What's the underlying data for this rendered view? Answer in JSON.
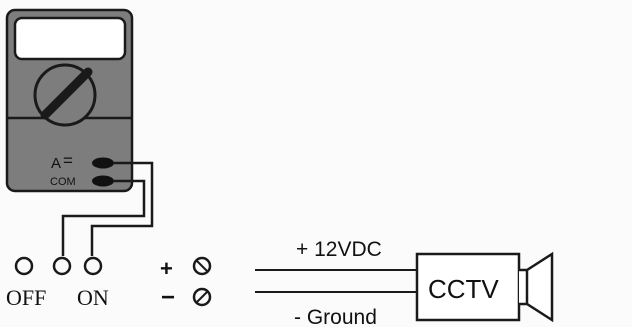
{
  "meter": {
    "amp_label": "A",
    "dc_symbol": "=",
    "com_label": "COM"
  },
  "switch": {
    "off_label": "OFF",
    "on_label": "ON"
  },
  "terminals": {
    "plus_symbol": "+",
    "minus_symbol": "−"
  },
  "wires": {
    "positive_label": "+ 12VDC",
    "ground_label": "- Ground"
  },
  "device": {
    "label": "CCTV"
  },
  "colors": {
    "ink": "#1a1a1a",
    "meter_body": "#7d7d7d",
    "background": "#fbfbfb"
  }
}
